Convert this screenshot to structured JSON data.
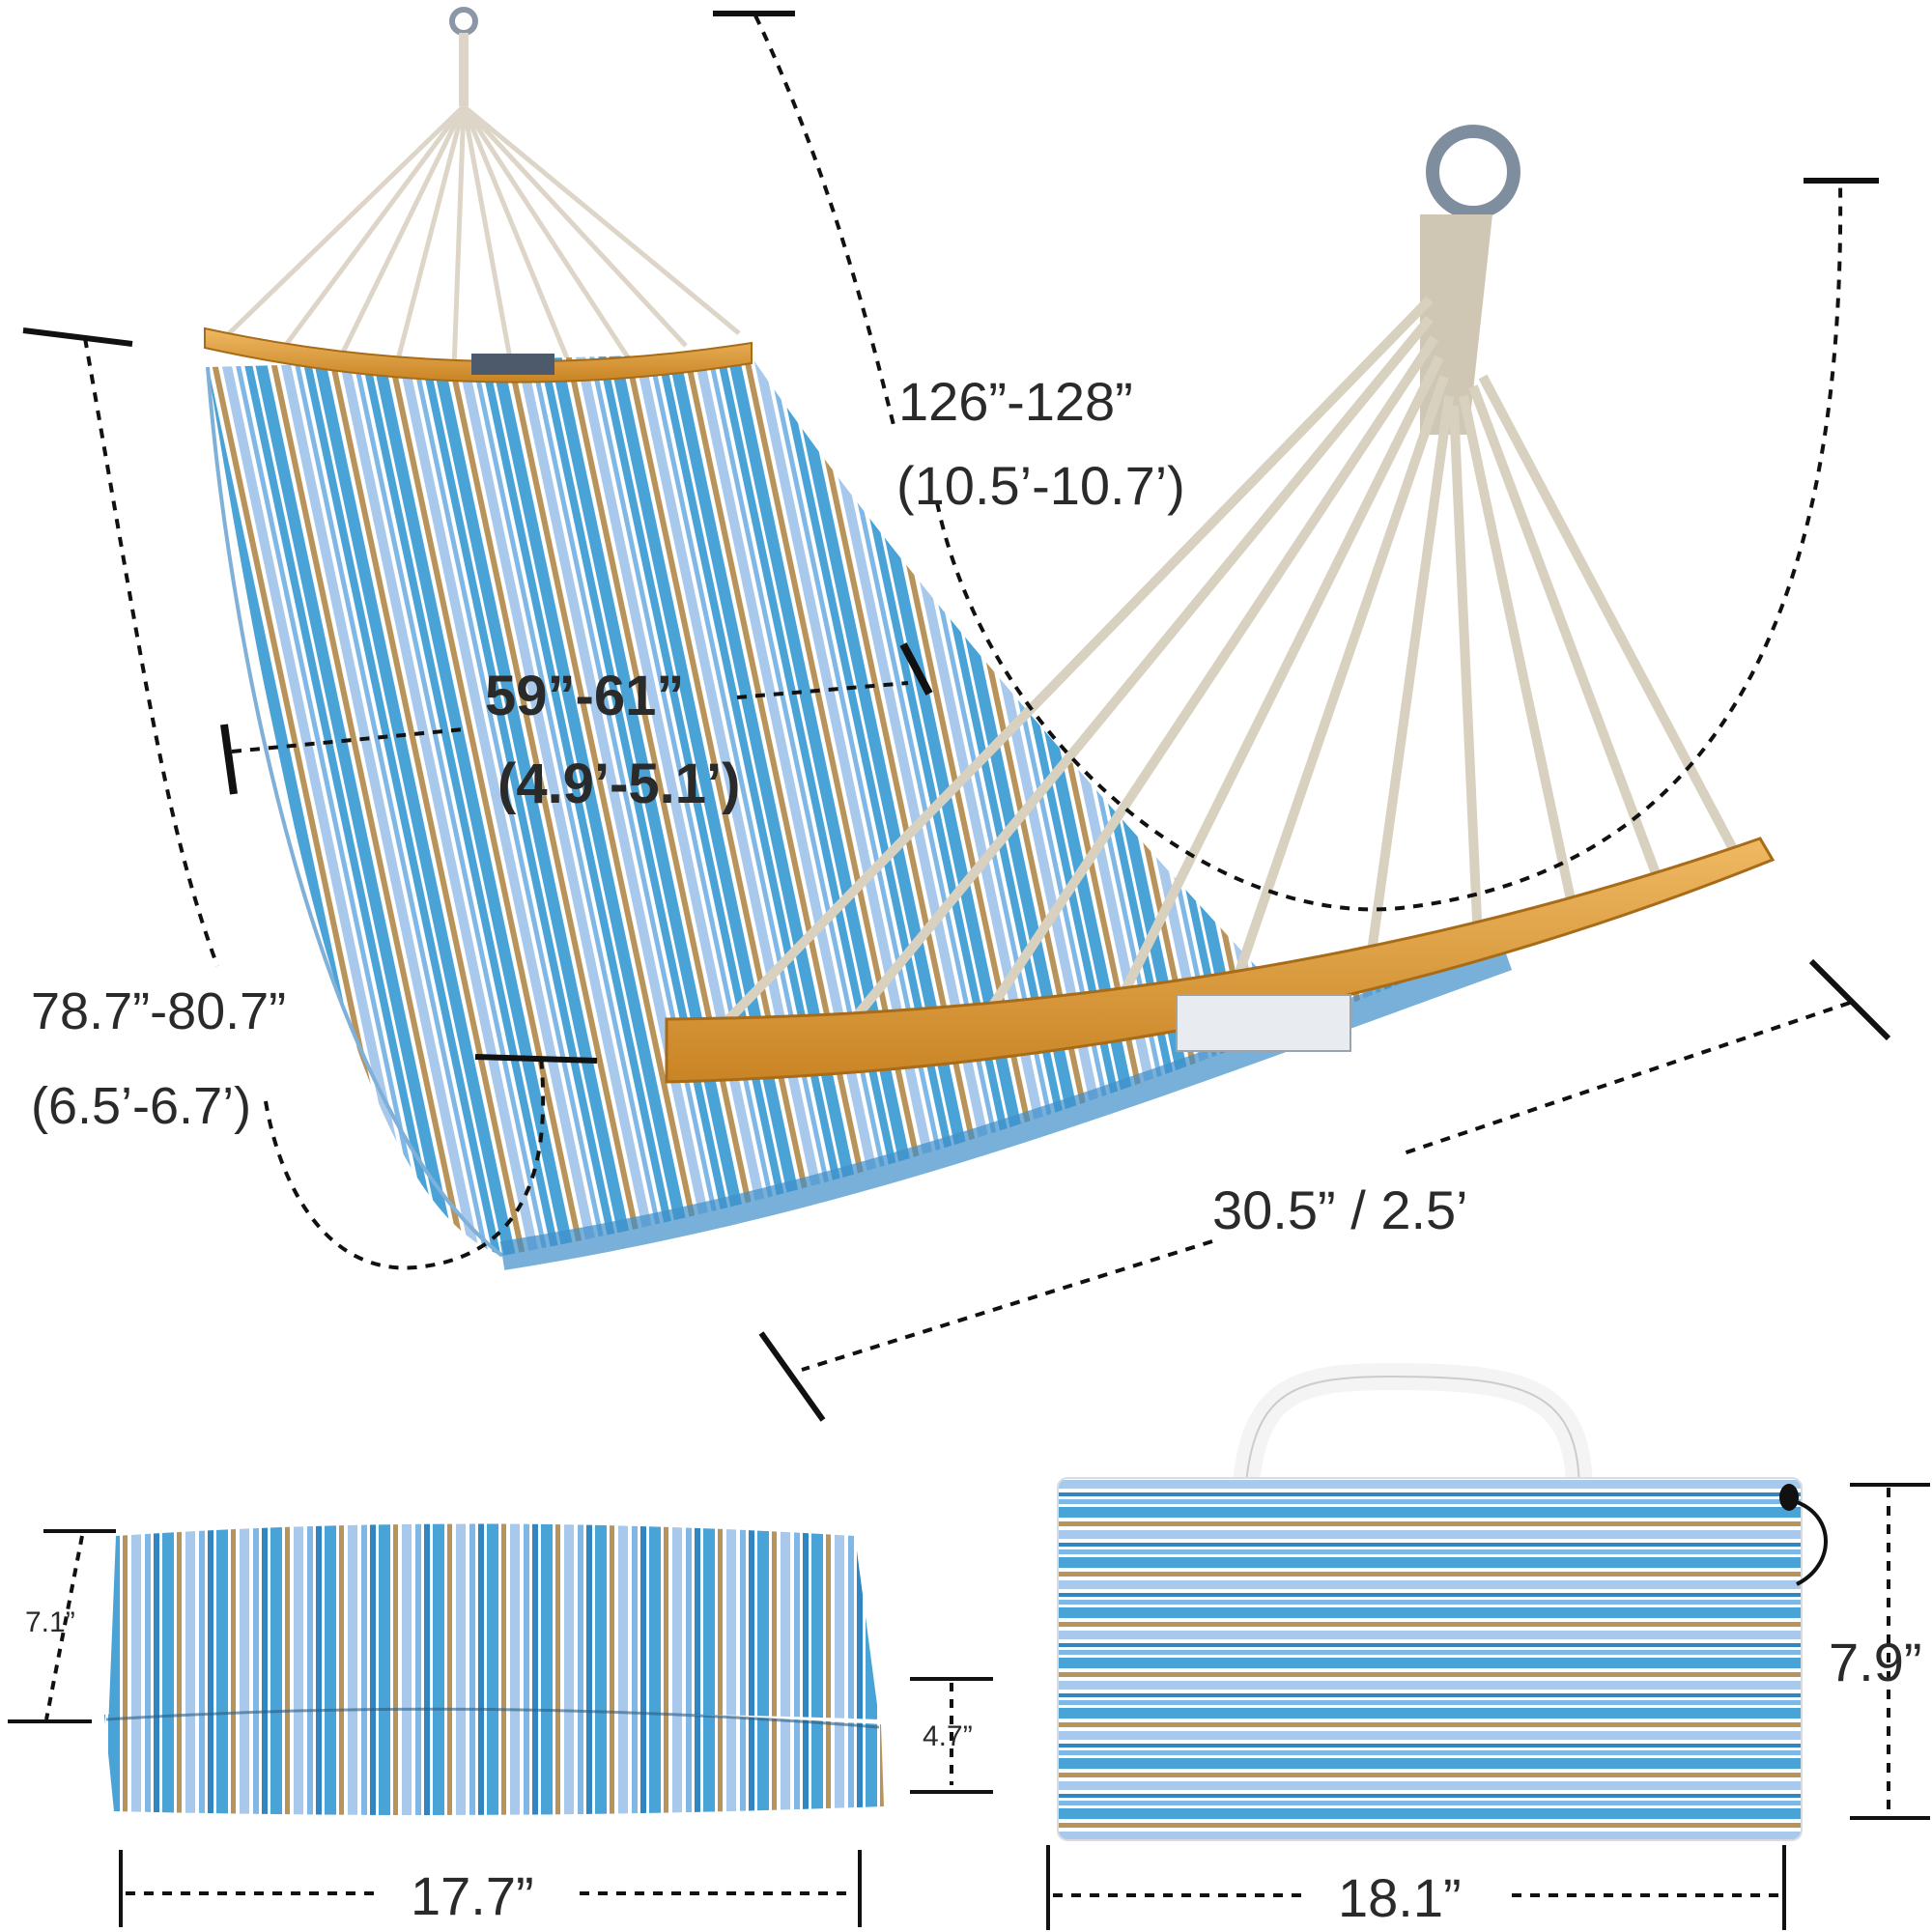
{
  "dimensions": {
    "total_length": "126”-128”",
    "total_length_ft": "(10.5’-10.7’)",
    "bed_length": "59”-61”",
    "bed_length_ft": "(4.9’-5.1’)",
    "bed_side": "78.7”-80.7”",
    "bed_side_ft": "(6.5’-6.7’)",
    "bar_width": "30.5” / 2.5’",
    "folded_height": "7.1”",
    "folded_thickness": "4.7”",
    "folded_width": "17.7”",
    "bag_height": "7.9”",
    "bag_width": "18.1”"
  },
  "colors": {
    "stripe_blue": "#4aa3d6",
    "stripe_light": "#a9c9ec",
    "stripe_tan": "#b8935a",
    "wood": "#d99a3c",
    "rope": "#ddd6c8",
    "dim_line": "#111111"
  }
}
